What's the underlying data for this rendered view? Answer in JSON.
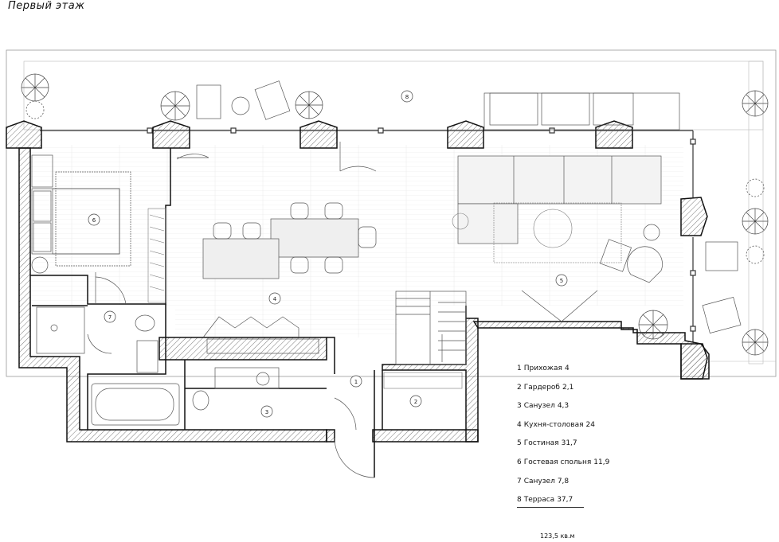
{
  "title": "Первый этаж",
  "rooms": [
    {
      "id": "1",
      "name": "Прихожая",
      "area": "4"
    },
    {
      "id": "2",
      "name": "Гардероб",
      "area": "2,1"
    },
    {
      "id": "3",
      "name": "Санузел",
      "area": "4,3"
    },
    {
      "id": "4",
      "name": "Кухня-столовая",
      "area": "24"
    },
    {
      "id": "5",
      "name": "Гостиная",
      "area": "31,7"
    },
    {
      "id": "6",
      "name": "Гостевая спольня",
      "area": "11,9"
    },
    {
      "id": "7",
      "name": "Санузел",
      "area": "7,8"
    },
    {
      "id": "8",
      "name": "Терраса",
      "area": "37,7"
    }
  ],
  "total_area": "123,5 кв.м",
  "colors": {
    "line": "#222222",
    "hatch": "#555555",
    "floor": "#e9e9e9"
  }
}
